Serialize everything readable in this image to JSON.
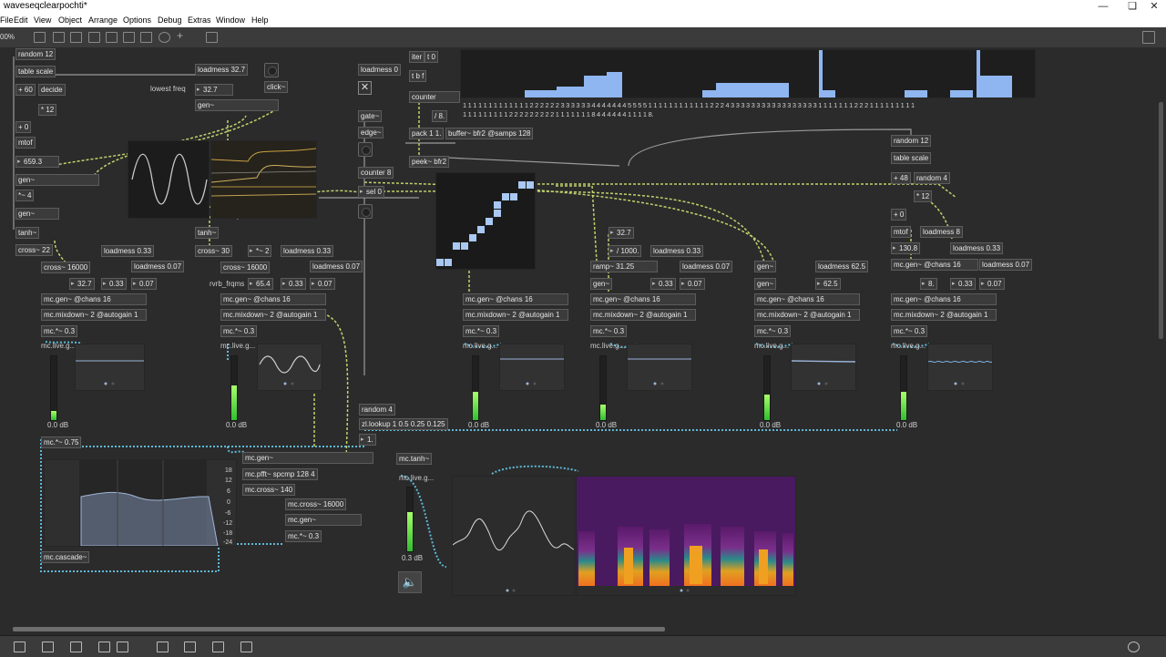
{
  "window": {
    "title": "waveseqclearpochti*",
    "minimize": "—",
    "maximize": "❏",
    "close": "✕"
  },
  "menu": [
    "File",
    "Edit",
    "View",
    "Object",
    "Arrange",
    "Options",
    "Debug",
    "Extras",
    "Window",
    "Help"
  ],
  "toolbar": {
    "zoom": "00%"
  },
  "comments": {
    "lowest_freq": "lowest freq"
  },
  "voice1": {
    "random": "random 12",
    "table_scale": "table scale",
    "plus": "+ 60",
    "decide": "decide",
    "times12": "* 12",
    "plus0": "+ 0",
    "mtof": "mtof",
    "freq": "659.3",
    "gen": "gen~",
    "times4": "*~ 4",
    "gen2": "gen~",
    "tanh": "tanh~",
    "cross": "cross~ 22"
  },
  "voice1_chain": {
    "cross": "cross~ 16000",
    "loadmess1": "loadmess 0.33",
    "loadmess2": "loadmess 0.07",
    "n1": "32.7",
    "n2": "0.33",
    "n3": "0.07",
    "mcgen": "mc.gen~ @chans 16",
    "mix": "mc.mixdown~ 2 @autogain 1",
    "mul": "mc.*~ 0.3",
    "live": "mc.live.g...",
    "db": "0.0 dB",
    "level": 0.15
  },
  "voice2_top": {
    "loadmess": "loadmess 32.7",
    "freq": "32.7",
    "click": "click~",
    "gen": "gen~",
    "tanh": "tanh~",
    "cross": "cross~ 30",
    "times2": "*~ 2",
    "loadmess033": "loadmess 0.33"
  },
  "voice2_chain": {
    "cross": "cross~ 16000",
    "loadmess": "loadmess 0.07",
    "rvrb": "rvrb_frqms",
    "n1": "65.4",
    "n2": "0.33",
    "n3": "0.07",
    "mcgen": "mc.gen~ @chans 16",
    "mix": "mc.mixdown~ 2 @autogain 1",
    "mul": "mc.*~ 0.3",
    "live": "mc.live.g...",
    "db": "0.0 dB",
    "level": 0.55
  },
  "center": {
    "loadmess0": "loadmess 0",
    "gate": "gate~",
    "edge": "edge~",
    "counter8": "counter 8",
    "sel": "sel 0",
    "iter": "iter",
    "t0": "t 0",
    "tbf": "t b f",
    "counter": "counter",
    "div8": "/ 8.",
    "pack": "pack 1 1.",
    "buffer": "buffer~ bfr2 @samps 128",
    "peek": "peek~ bfr2",
    "random4": "random 4",
    "zl": "zl.lookup 1 0.5 0.25 0.125",
    "n1": "1.",
    "pfft": "mc.pfft~ spcmp 128 4",
    "cross140": "mc.cross~ 140",
    "cross16000": "mc.cross~ 16000",
    "mcgen": "mc.gen~",
    "mcgen2": "mc.gen~",
    "mul": "mc.*~ 0.3",
    "mul075": "mc.*~ 0.75",
    "cascade": "mc.cascade~",
    "tanh": "mc.tanh~",
    "live": "mc.live.g...",
    "db": "0.3 dB",
    "level": 0.62
  },
  "voice3": {
    "mcgen": "mc.gen~ @chans 16",
    "mix": "mc.mixdown~ 2 @autogain 1",
    "mul": "mc.*~ 0.3",
    "live": "mc.live.g...",
    "db": "0.0 dB",
    "level": 0.45
  },
  "voice4": {
    "freq": "32.7",
    "div": "/ 1000.",
    "loadmess": "loadmess 0.33",
    "ramp": "ramp~ 31.25",
    "loadmess2": "loadmess 0.07",
    "gen": "gen~",
    "n1": "0.33",
    "n2": "0.07",
    "mcgen": "mc.gen~ @chans 16",
    "mix": "mc.mixdown~ 2 @autogain 1",
    "mul": "mc.*~ 0.3",
    "live": "mc.live.g...",
    "db": "0.0 dB",
    "level": 0.25
  },
  "voice5": {
    "gen": "gen~",
    "gen2": "gen~",
    "loadmess": "loadmess 62.5",
    "n1": "62.5",
    "mcgen": "mc.gen~ @chans 16",
    "mix": "mc.mixdown~ 2 @autogain 1",
    "mul": "mc.*~ 0.3",
    "live": "mc.live.g...",
    "db": "0.0 dB",
    "level": 0.4
  },
  "voice6": {
    "random": "random 12",
    "table_scale": "table scale",
    "plus": "+ 48",
    "random4": "random 4",
    "times12": "* 12",
    "plus0": "+ 0",
    "mtof": "mtof",
    "loadmess8": "loadmess 8",
    "freq": "130.8",
    "loadmess033": "loadmess 0.33",
    "mcgen_chans": "mc.gen~ @chans 16",
    "loadmess007": "loadmess 0.07",
    "n1": "8.",
    "n2": "0.33",
    "n3": "0.07",
    "mcgen": "mc.gen~ @chans 16",
    "mix": "mc.mixdown~ 2 @autogain 1",
    "mul": "mc.*~ 0.3",
    "live": "mc.live.g...",
    "db": "0.0 dB",
    "level": 0.45
  },
  "sequence": {
    "row1": "1 1 1 1 1 1 1 1 1 1 1 1 1 2 2 2 2 2 2 3 3 3 3 3 3 4 4 4 4 4 4 4 5 5 5 5 1 1 1 1 1 1 1 1 1 1 1 1 2 2 2 4 3 3 3 3 3 3 3 3 3 3 3 3 3 3 3 3 3 1 1 1 1 1 1 1 2 2 2 1 1 1 1 1 1 1 1 1",
    "row2": "1 1 1 1 1 1 1 1 1 2 2 2 2 2 2 2 2 2 1 1 1 1 1 1 1 8 4 4 4 4 4 4 1 1 1 1 8."
  },
  "eq_labels": [
    "18",
    "12",
    "6",
    "0",
    "-6",
    "-12",
    "-18",
    "-24"
  ],
  "colors": {
    "patchcord_audio": "#bfd36b",
    "patchcord_mc": "#5fb8d8",
    "background": "#2b2b2b",
    "meter": "#3fd13f"
  }
}
